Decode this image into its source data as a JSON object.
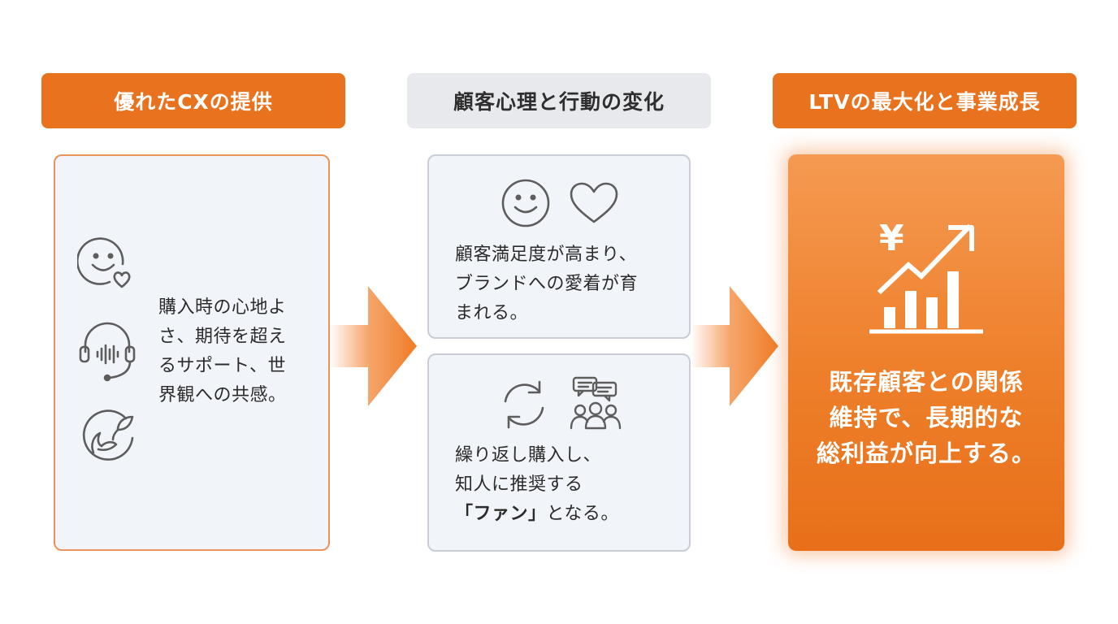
{
  "colors": {
    "accent_orange": "#e8721e",
    "header_grey": "#e7e9ed",
    "panel_bg": "#f1f4f8",
    "panel_border_orange": "#e8945a",
    "panel_border_grey": "#c9ced6",
    "icon_grey": "#5d5d5d"
  },
  "columns": {
    "cx": {
      "header": "優れたCXの提供",
      "text": "購入時の心地よ\nさ、期待を超え\nるサポート、世\n界観への共感。",
      "icons": [
        "smile-heart-icon",
        "headset-icon",
        "leaf-hand-icon"
      ]
    },
    "psychology": {
      "header": "顧客心理と行動の変化",
      "card1": {
        "icons": [
          "smile-icon",
          "heart-icon"
        ],
        "text": "顧客満足度が高まり、\nブランドへの愛着が育\nまれる。"
      },
      "card2": {
        "icons": [
          "refresh-icon",
          "community-chat-icon"
        ],
        "text_line1": "繰り返し購入し、",
        "text_line2": "知人に推奨する",
        "text_emphasis": "「ファン」",
        "text_line3_rest": "となる。"
      }
    },
    "ltv": {
      "header": "LTVの最大化と事業成長",
      "icon": "yen-growth-chart-icon",
      "yen_symbol": "¥",
      "text": "既存顧客との関係\n維持で、長期的な\n総利益が向上する。"
    }
  },
  "arrows": [
    "arrow-right-icon",
    "arrow-right-icon"
  ]
}
